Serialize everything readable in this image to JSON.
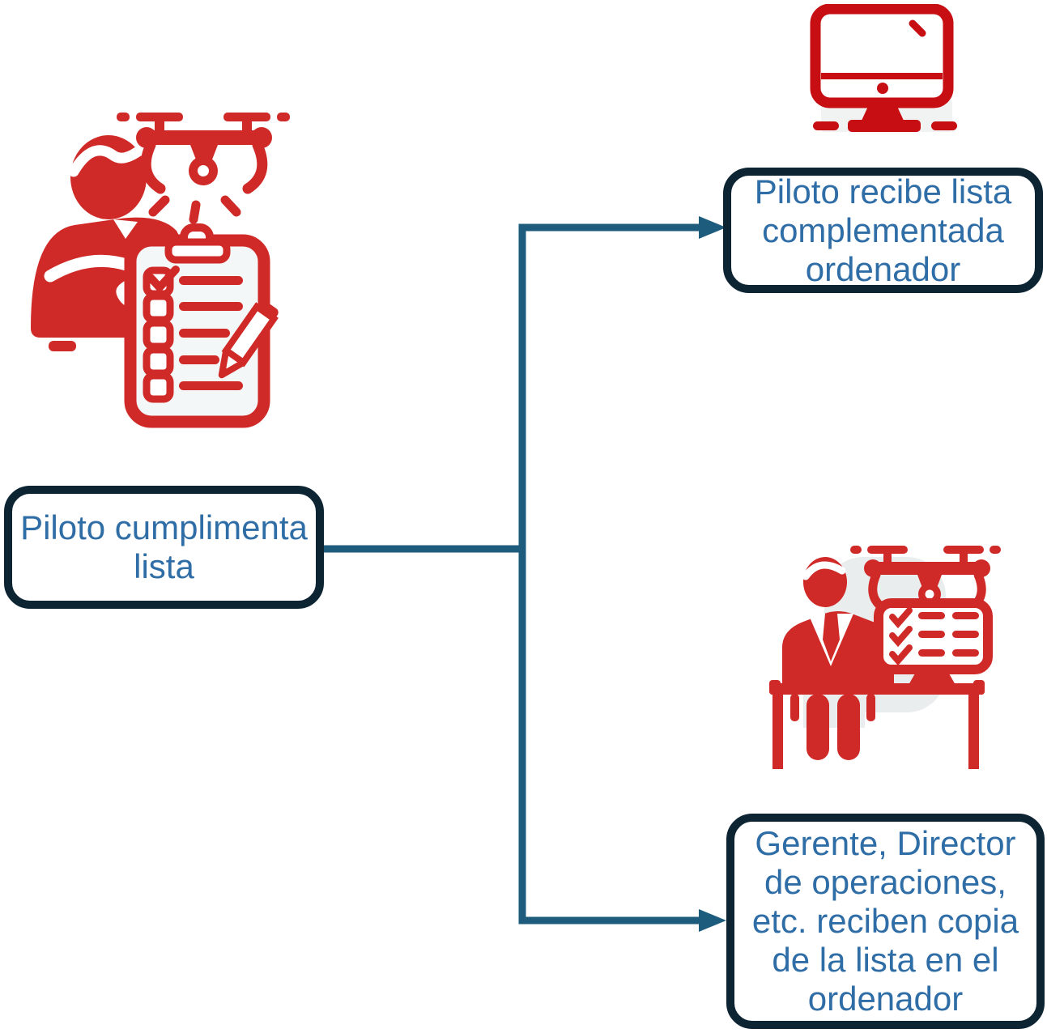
{
  "diagram": {
    "title": "",
    "nodes": [
      {
        "id": "start",
        "label": "Piloto cumplimenta\nlista"
      },
      {
        "id": "pilot-receives",
        "label": "Piloto recibe lista\ncomplementada\nordenador"
      },
      {
        "id": "managers-receive",
        "label": "Gerente, Director\nde operaciones,\netc. reciben copia\nde la lista en el\nordenador"
      }
    ],
    "icons": [
      {
        "name": "pilot-checklist-drone-icon"
      },
      {
        "name": "computer-monitor-icon"
      },
      {
        "name": "manager-desk-computer-drone-icon"
      }
    ],
    "colors": {
      "icon_red": "#d02a28",
      "monitor_red": "#c70e13",
      "connector": "#1e5c7d",
      "node_border": "#0d2433",
      "node_text": "#2f6da6",
      "background": "#ffffff"
    }
  }
}
